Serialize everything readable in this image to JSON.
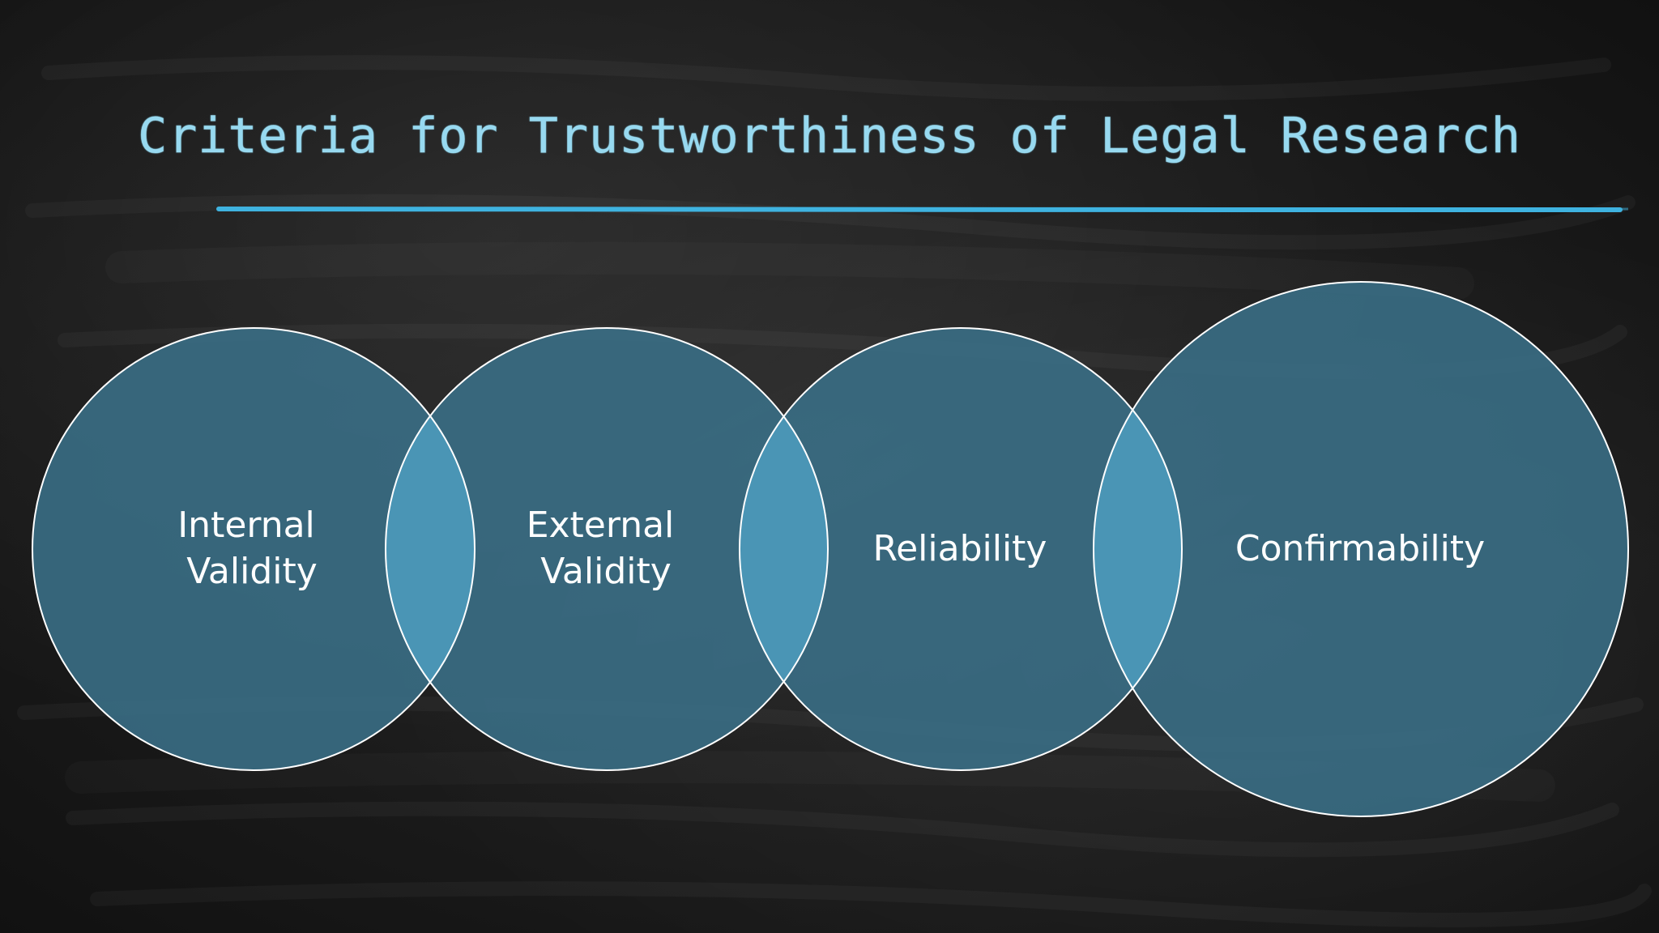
{
  "slide": {
    "title": "Criteria for Trustworthiness of Legal Research"
  },
  "colors": {
    "background": "#1a1a1a",
    "title": "#97d9f0",
    "accent_line": "#3fb3e0",
    "circle_fill": "#3a6f88",
    "overlap_fill": "#4a95b5",
    "circle_stroke": "#ffffff",
    "label": "#ffffff"
  },
  "criteria": [
    {
      "lines": [
        "Internal",
        "Validity"
      ]
    },
    {
      "lines": [
        "External",
        "Validity"
      ]
    },
    {
      "lines": [
        "Reliability"
      ]
    },
    {
      "lines": [
        "Confirmability"
      ]
    }
  ]
}
